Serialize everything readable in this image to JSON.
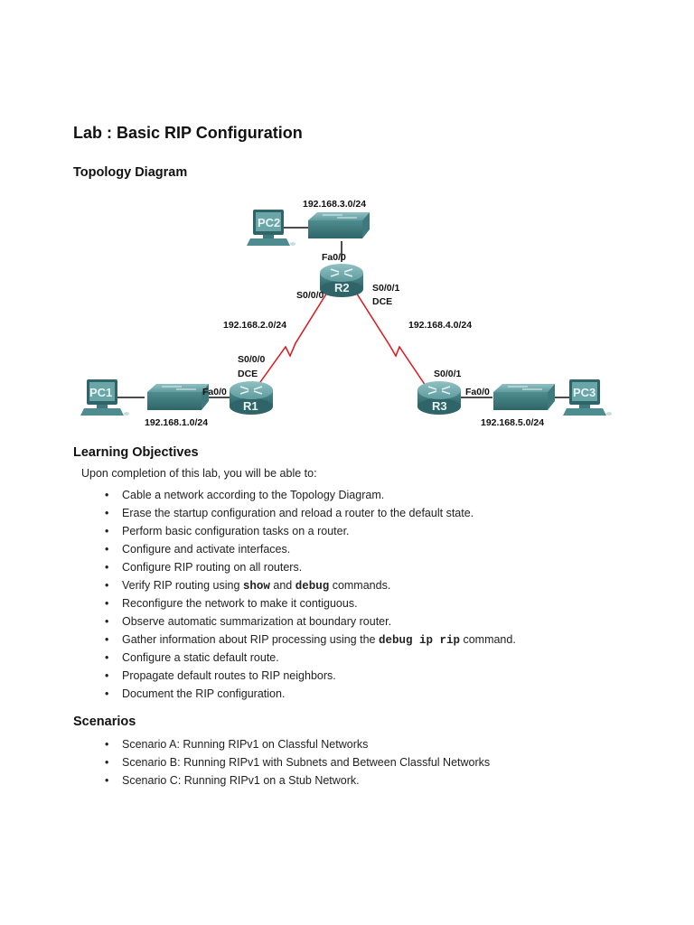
{
  "document": {
    "title": "Lab : Basic RIP Configuration",
    "sections": {
      "topology": {
        "heading": "Topology Diagram"
      },
      "objectives": {
        "heading": "Learning Objectives",
        "intro": "Upon completion of this lab, you will be able to:",
        "items": [
          {
            "text": "Cable a network according to the Topology Diagram."
          },
          {
            "text": "Erase the startup configuration and reload a router to the default state."
          },
          {
            "text": "Perform basic configuration tasks on a router."
          },
          {
            "text": "Configure and activate interfaces."
          },
          {
            "text": "Configure RIP routing on all routers."
          },
          {
            "pre": "Verify RIP routing using ",
            "code1": "show",
            "mid": " and ",
            "code2": "debug",
            "post": " commands."
          },
          {
            "text": "Reconfigure the network to make it contiguous."
          },
          {
            "text": "Observe automatic summarization at boundary router."
          },
          {
            "pre": "Gather information about RIP processing using the ",
            "code1": "debug ip rip",
            "post": " command."
          },
          {
            "text": "Configure a static default route."
          },
          {
            "text": "Propagate default routes to RIP neighbors."
          },
          {
            "text": "Document the RIP configuration."
          }
        ]
      },
      "scenarios": {
        "heading": "Scenarios",
        "items": [
          "Scenario A: Running RIPv1 on Classful Networks",
          "Scenario B: Running RIPv1 with Subnets and Between Classful Networks",
          "Scenario C: Running RIPv1 on a Stub Network."
        ]
      }
    },
    "bullet": "•"
  },
  "diagram": {
    "colors": {
      "device": "#4f8c8f",
      "device_dark": "#2f6568",
      "serial_link": "#e0141b",
      "ethernet_link": "#111111"
    },
    "devices": {
      "pc1": "PC1",
      "pc2": "PC2",
      "pc3": "PC3",
      "r1": "R1",
      "r2": "R2",
      "r3": "R3"
    },
    "networks": {
      "lan_r2": "192.168.3.0/24",
      "wan_r1_r2": "192.168.2.0/24",
      "wan_r2_r3": "192.168.4.0/24",
      "lan_r1": "192.168.1.0/24",
      "lan_r3": "192.168.5.0/24"
    },
    "interfaces": {
      "r2_fa": "Fa0/0",
      "r2_s000": "S0/0/0",
      "r2_s001": "S0/0/1",
      "r2_dce": "DCE",
      "r1_s000": "S0/0/0",
      "r1_dce": "DCE",
      "r1_fa": "Fa0/0",
      "r3_s001": "S0/0/1",
      "r3_fa": "Fa0/0"
    }
  }
}
